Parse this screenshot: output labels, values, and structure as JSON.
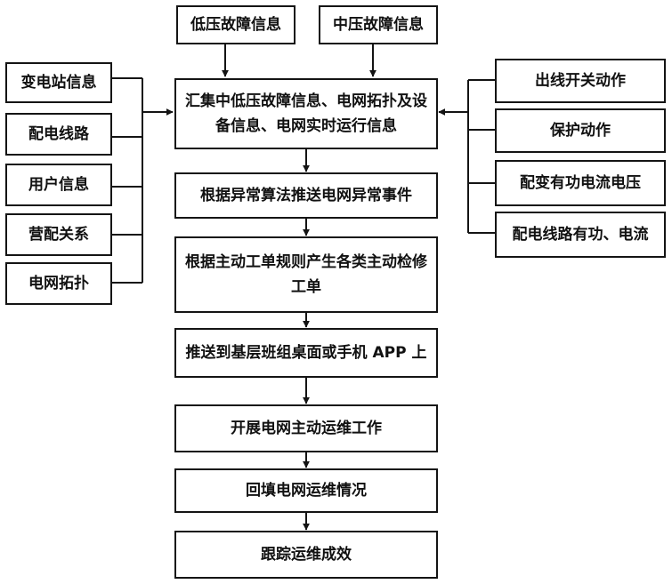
{
  "top_inputs": [
    "低压故障信息",
    "中压故障信息"
  ],
  "left_inputs": [
    "变电站信息",
    "配电线路",
    "用户信息",
    "营配关系",
    "电网拓扑"
  ],
  "right_inputs": [
    "出线开关动作",
    "保护动作",
    "配变有功电流电压",
    "配电线路有功、电流"
  ],
  "steps": [
    "汇集中低压故障信息、电网拓扑及设备信息、电网实时运行信息",
    "根据异常算法推送电网异常事件",
    "根据主动工单规则产生各类主动检修工单",
    "推送到基层班组桌面或手机 APP 上",
    "开展电网主动运维工作",
    "回填电网运维情况",
    "跟踪运维成效"
  ],
  "colors": {
    "line": "#141414",
    "text": "#111111",
    "background": "#ffffff"
  }
}
